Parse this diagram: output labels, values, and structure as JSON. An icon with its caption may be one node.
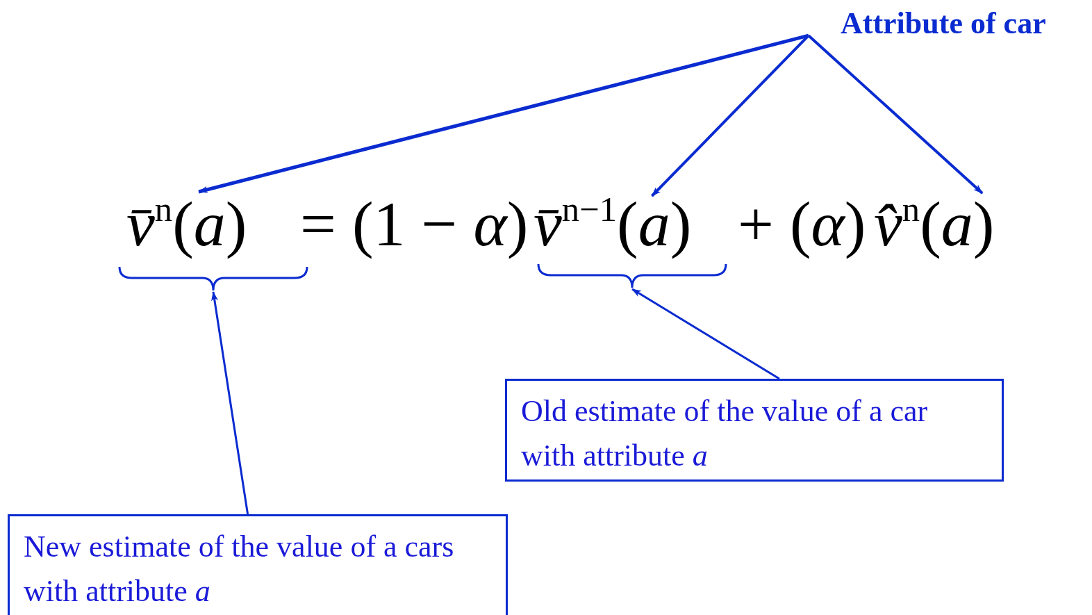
{
  "diagram": {
    "nodes": [
      {
        "text": [
          "Attribute of car"
        ]
      },
      {
        "text": [
          "Old estimate of the value of a car with attribute *a*"
        ]
      },
      {
        "text": [
          "New estimate of the value of a cars with attribute *a*"
        ]
      },
      {
        "text": [
          "*v̄*$^{n}$(*a*)"
        ]
      },
      {
        "text": [
          "= (1 − *α*)"
        ]
      },
      {
        "text": [
          "*v̄*$^{n−1}$(*a*)"
        ]
      },
      {
        "text": [
          "+ (*α*)"
        ]
      },
      {
        "text": [
          "*v̂*$^{n}$(*a*)"
        ]
      },
      {
        "text": [],
        "shape": "brace"
      },
      {
        "text": [],
        "shape": "brace"
      }
    ],
    "edges": [
      {
        "from": 0,
        "to": 3,
        "arrow": "to"
      },
      {
        "from": 0,
        "to": 5,
        "arrow": "to"
      },
      {
        "from": 0,
        "to": 7,
        "arrow": "to"
      },
      {
        "from": 1,
        "to": 9,
        "arrow": "to"
      },
      {
        "from": 2,
        "to": 8,
        "arrow": "to"
      }
    ]
  }
}
